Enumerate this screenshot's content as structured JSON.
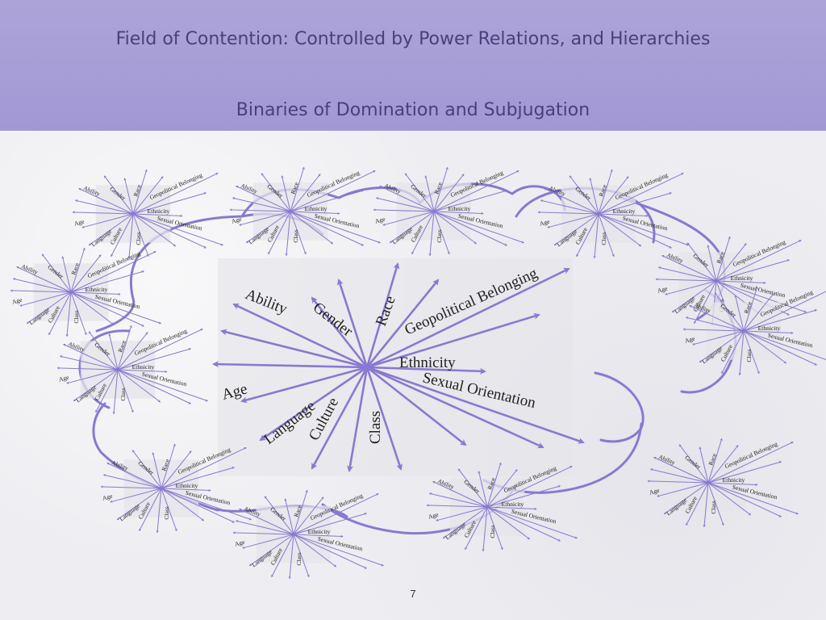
{
  "header": {
    "title": "Field of Contention: Controlled by Power Relations, and Hierarchies",
    "subtitle": "Binaries of Domination and Subjugation"
  },
  "diagram": {
    "labels": {
      "ability": "Ability",
      "gender": "Gender",
      "race": "Race",
      "geopolitical": "Geopolitical Belonging",
      "ethnicity": "Ethnicity",
      "sexual": "Sexual Orientation",
      "age": "Age",
      "language": "Language",
      "culture": "Culture",
      "class": "Class"
    },
    "colors": {
      "arrow": "#8a78d2",
      "loop": "#8a78d2",
      "panel": "#e4e4ea",
      "header": "#a89fd7",
      "title_text": "#4a3f7a"
    }
  },
  "footer": {
    "page_number": "7"
  }
}
